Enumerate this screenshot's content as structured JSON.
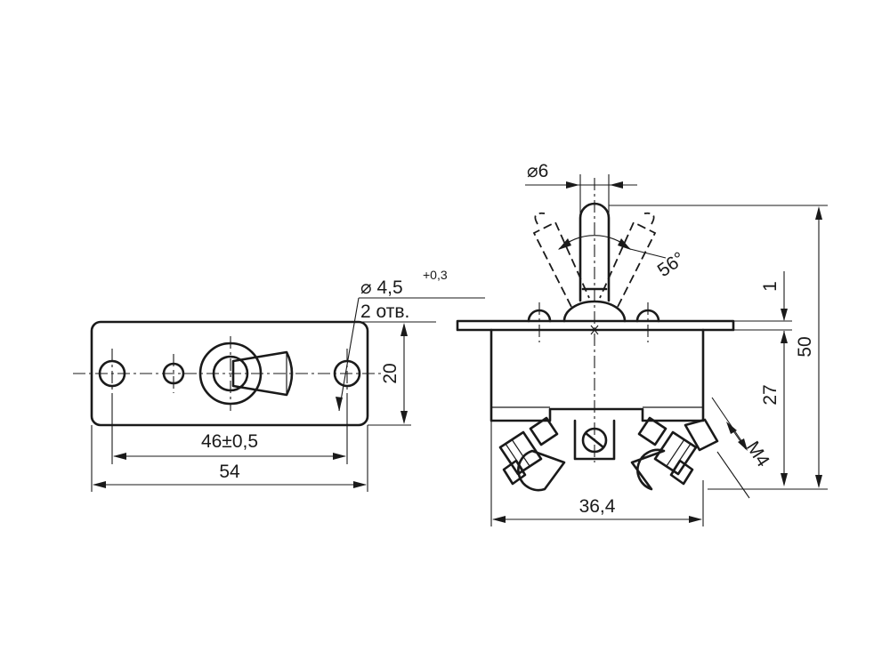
{
  "labels": {
    "hole_diameter": "⌀ 4,5",
    "hole_tolerance": "+0,3",
    "hole_count": "2 отв.",
    "plate_height": "20",
    "hole_spacing": "46±0,5",
    "plate_length": "54",
    "lever_diameter": "⌀6",
    "lever_angle": "56°",
    "flange_thickness": "1",
    "overall_height": "50",
    "body_height": "27",
    "body_width": "36,4",
    "thread": "M4"
  }
}
